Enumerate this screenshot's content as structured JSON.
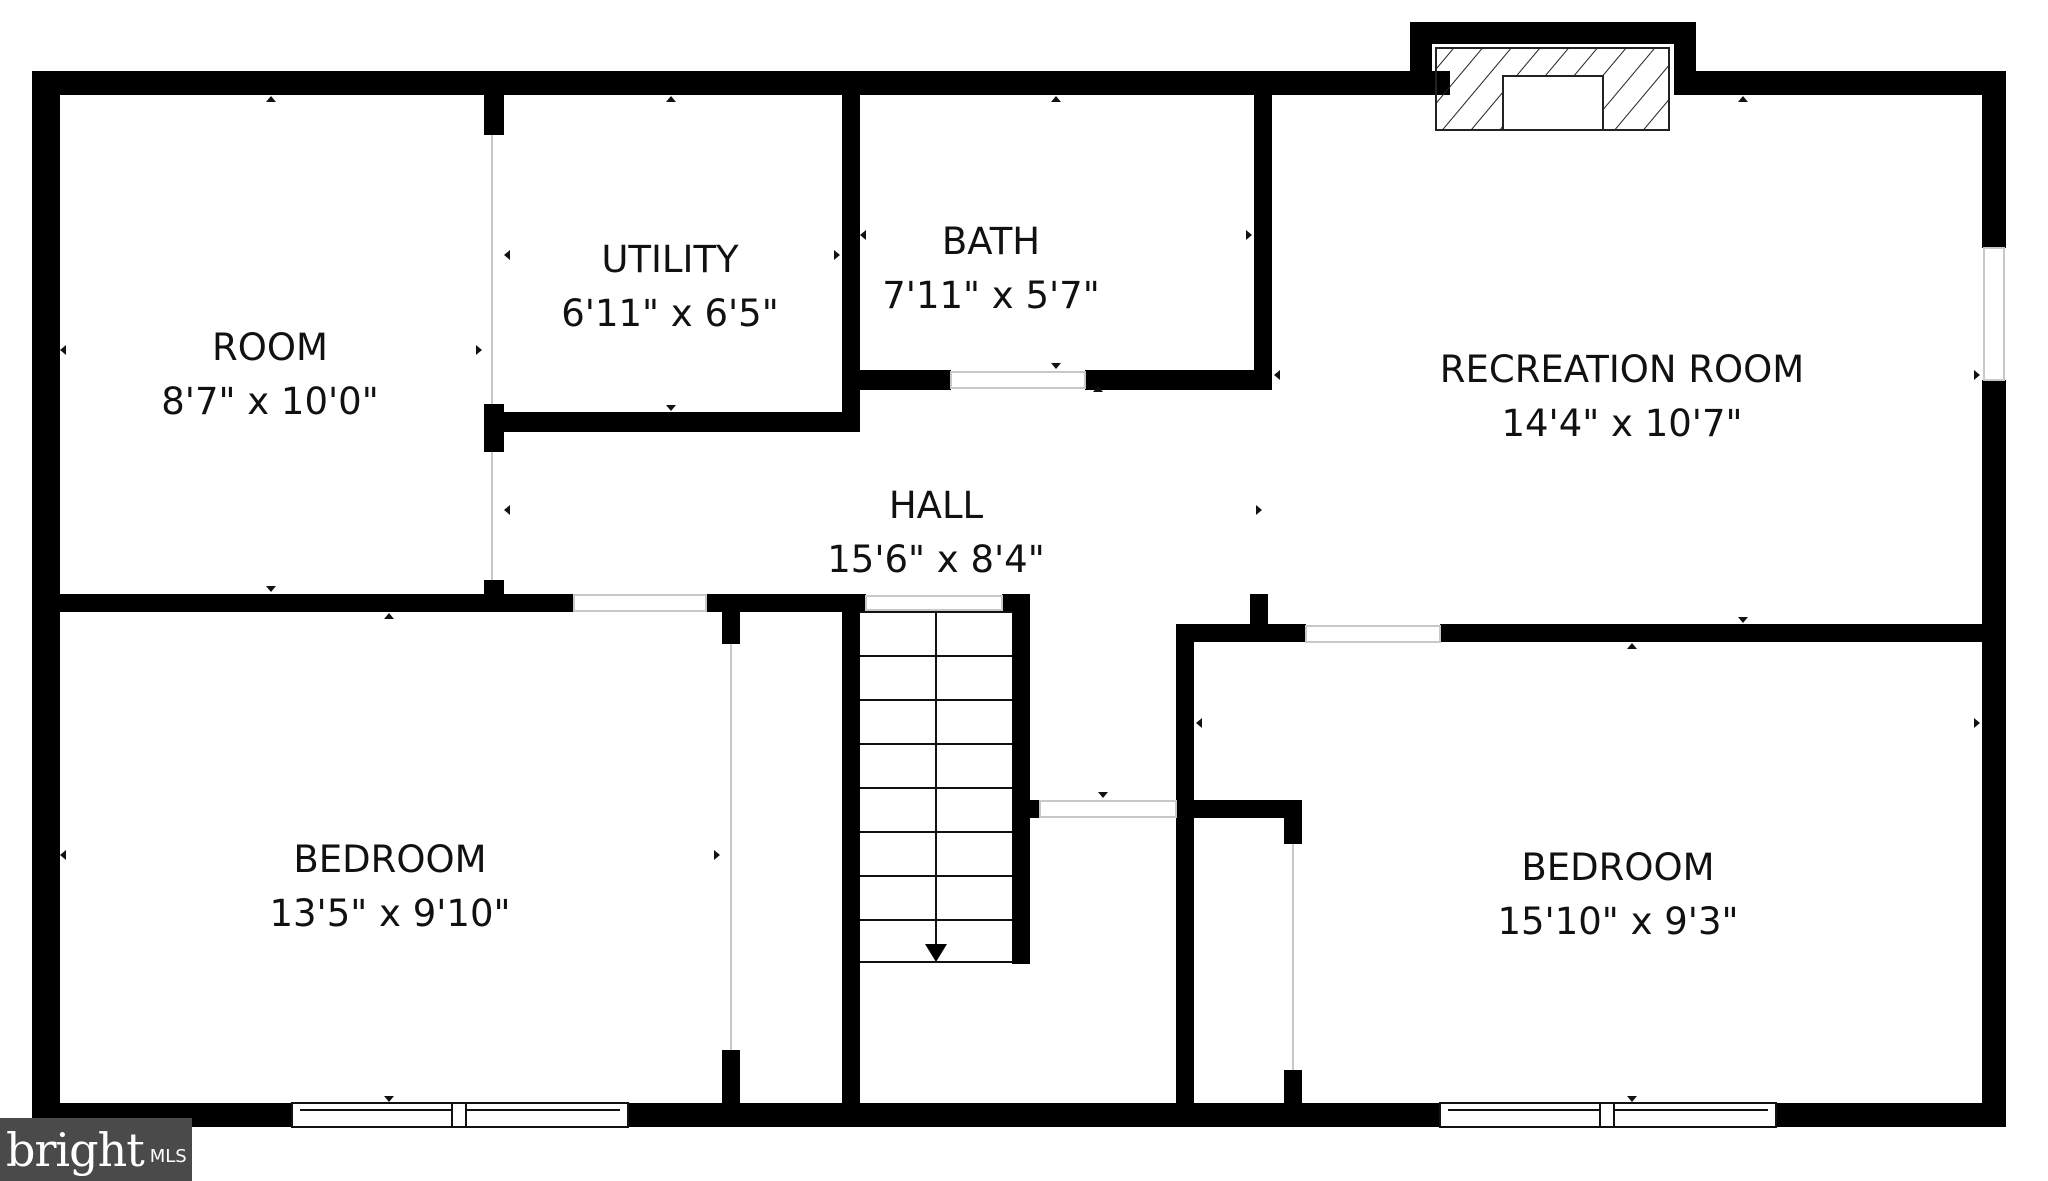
{
  "rooms": [
    {
      "id": "room",
      "name": "ROOM",
      "dims": "8'7\" x 10'0\""
    },
    {
      "id": "utility",
      "name": "UTILITY",
      "dims": "6'11\" x 6'5\""
    },
    {
      "id": "bath",
      "name": "BATH",
      "dims": "7'11\" x 5'7\""
    },
    {
      "id": "recreation",
      "name": "RECREATION ROOM",
      "dims": "14'4\" x 10'7\""
    },
    {
      "id": "hall",
      "name": "HALL",
      "dims": "15'6\" x 8'4\""
    },
    {
      "id": "bedroom-left",
      "name": "BEDROOM",
      "dims": "13'5\" x 9'10\""
    },
    {
      "id": "bedroom-right",
      "name": "BEDROOM",
      "dims": "15'10\" x 9'3\""
    }
  ],
  "logo": {
    "word": "bright",
    "suffix": "MLS"
  },
  "colors": {
    "wall": "#000000",
    "background": "#ffffff",
    "logo_bg": "#4a4a4a"
  }
}
